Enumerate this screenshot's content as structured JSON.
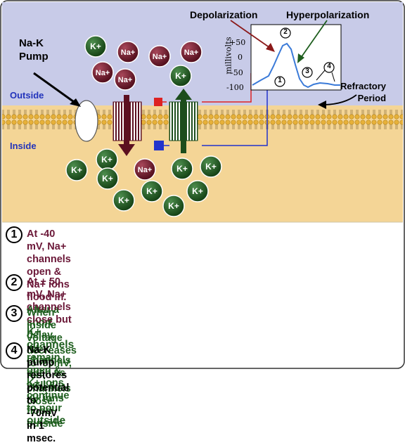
{
  "labels": {
    "pump": [
      "Na-K",
      "Pump"
    ],
    "outside": "Outside",
    "inside": "Inside",
    "depolarization": "Depolarization",
    "hyperpolarization": "Hyperpolarization",
    "refractory": [
      "Refractory",
      "Period"
    ],
    "millivolts": "millivolts"
  },
  "graph": {
    "ticks": [
      "+50",
      "0",
      "-50",
      "-100"
    ],
    "markers": [
      "1",
      "2",
      "3",
      "4"
    ]
  },
  "ions": {
    "na": "Na+",
    "k": "K+"
  },
  "steps": [
    {
      "num": "1",
      "lines": [
        "At -40 mV, Na+ channels open & Na+ ions flood in.",
        "After a short delay, K+ channels open as well &",
        "K+ ions flood outside"
      ]
    },
    {
      "num": "2",
      "lines_a": [
        "At + 50 mV, Na+ channels close but ",
        "K+ channels"
      ],
      "lines_b": [
        "remain open & K+ ions continue to pour ",
        "outside"
      ]
    },
    {
      "num": "3",
      "lines": [
        "When inside voltage decreases to -90mV, K+",
        "channels close."
      ]
    },
    {
      "num": "4",
      "lines": [
        "Na-K pump restores potential to -70mV in 1 msec."
      ]
    }
  ],
  "colors": {
    "outside_bg": "#c8cbe8",
    "inside_bg": "#f4d596",
    "na_ion": "#6b1326",
    "k_ion": "#1f5a1f",
    "maroon_text": "#6b1838",
    "green_text": "#1e5e1e",
    "label_blue": "#2233bb"
  }
}
